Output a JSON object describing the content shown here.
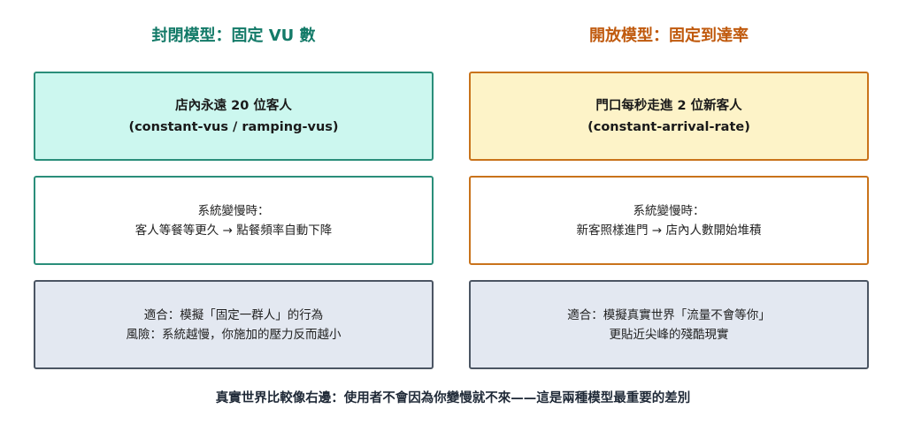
{
  "closed_model": {
    "title": "封閉模型：固定 VU 數",
    "box1": {
      "line1": "店內永遠 20 位客人",
      "line2": "(constant-vus / ramping-vus)"
    },
    "box2": {
      "line1": "系統變慢時：",
      "line2": "客人等餐等更久 → 點餐頻率自動下降"
    },
    "box3": {
      "line1": "適合：模擬「固定一群人」的行為",
      "line2": "風險：系統越慢，你施加的壓力反而越小"
    }
  },
  "open_model": {
    "title": "開放模型：固定到達率",
    "box1": {
      "line1": "門口每秒走進 2 位新客人",
      "line2": "(constant-arrival-rate)"
    },
    "box2": {
      "line1": "系統變慢時：",
      "line2": "新客照樣進門 → 店內人數開始堆積"
    },
    "box3": {
      "line1": "適合：模擬真實世界「流量不會等你」",
      "line2": "更貼近尖峰的殘酷現實"
    }
  },
  "footer": "真實世界比較像右邊：使用者不會因為你變慢就不來——這是兩種模型最重要的差別",
  "colors": {
    "closed_accent": "#137a68",
    "open_accent": "#c05a0e",
    "closed_fill": "#ccf7ef",
    "open_fill": "#fdf3c8",
    "bottom_fill": "#e3e8f1"
  }
}
